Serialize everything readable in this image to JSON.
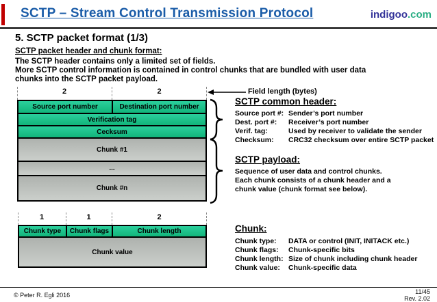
{
  "colors": {
    "title_blue": "#1a5ca8",
    "brand_purple": "#333399",
    "brand_green": "#2aae84",
    "accent_red": "#c00000",
    "cell_green": "#1bc48e",
    "cell_gray": "#c0c4c0"
  },
  "header": {
    "title": "SCTP – Stream Control Transmission Protocol",
    "brand_name": "indigoo",
    "brand_tld": ".com"
  },
  "intro": {
    "heading": "5. SCTP packet format (1/3)",
    "subheading": "SCTP packet header and chunk format:",
    "line1": "The SCTP header contains only a limited set of fields.",
    "line2": "More SCTP control information is contained in control chunks that are bundled with user data",
    "line3": "chunks into the SCTP packet payload."
  },
  "field_length_note": "Field length (bytes)",
  "packet_diagram": {
    "byte_labels": [
      "2",
      "2"
    ],
    "src_port": "Source port number",
    "dst_port": "Destination port number",
    "verification": "Verification tag",
    "checksum": "Cecksum",
    "chunk1": "Chunk #1",
    "dots": "...",
    "chunkn": "Chunk #n"
  },
  "chunk_diagram": {
    "byte_labels": [
      "1",
      "1",
      "2"
    ],
    "type": "Chunk type",
    "flags": "Chunk flags",
    "length": "Chunk length",
    "value": "Chunk value"
  },
  "common_header": {
    "title": "SCTP common header:",
    "rows": [
      {
        "term": "Source port #:",
        "desc": "Sender’s port number"
      },
      {
        "term": "Dest. port #:",
        "desc": "Receiver’s port number"
      },
      {
        "term": "Verif. tag:",
        "desc": "Used by receiver to validate the sender"
      },
      {
        "term": "Checksum:",
        "desc": "CRC32 checksum over entire SCTP packet"
      }
    ]
  },
  "payload": {
    "title": "SCTP payload:",
    "line1": "Sequence of user data and control chunks.",
    "line2": "Each chunk consists of a chunk header and a",
    "line3": "chunk value (chunk format see below)."
  },
  "chunk_info": {
    "title": "Chunk:",
    "rows": [
      {
        "term": "Chunk type:",
        "desc": "DATA or control (INIT, INITACK etc.)"
      },
      {
        "term": "Chunk flags:",
        "desc": "Chunk-specific bits"
      },
      {
        "term": "Chunk length:",
        "desc": "Size of chunk including chunk header"
      },
      {
        "term": "Chunk value:",
        "desc": "Chunk-specific data"
      }
    ]
  },
  "footer": {
    "copyright": "© Peter R. Egli 2016",
    "page": "11/45",
    "revision": "Rev. 2.02"
  }
}
